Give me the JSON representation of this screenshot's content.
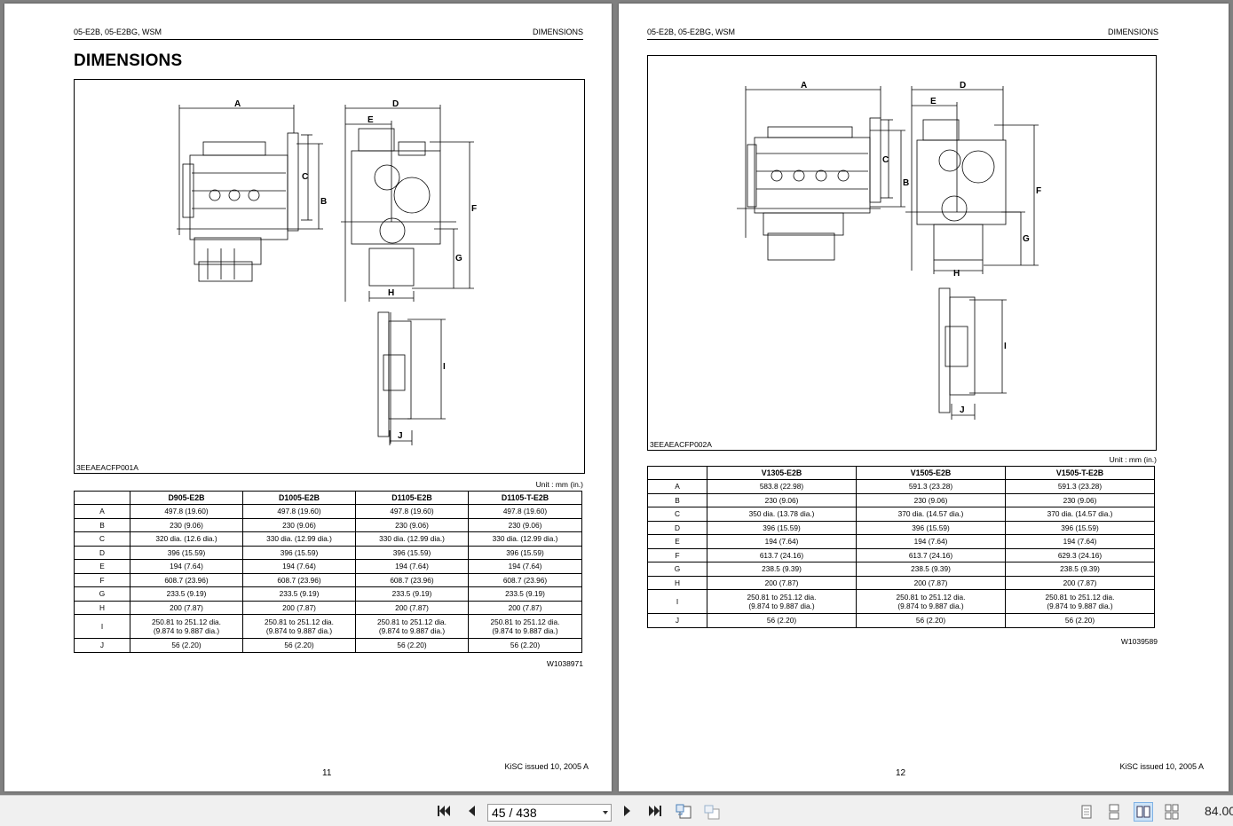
{
  "left_page": {
    "header_left": "05-E2B, 05-E2BG, WSM",
    "header_right": "DIMENSIONS",
    "title": "DIMENSIONS",
    "figure_code": "3EEAEACFP001A",
    "unit_note": "Unit : mm (in.)",
    "table": {
      "columns": [
        "D905-E2B",
        "D1005-E2B",
        "D1105-E2B",
        "D1105-T-E2B"
      ],
      "rows": [
        {
          "label": "A",
          "cells": [
            "497.8 (19.60)",
            "497.8 (19.60)",
            "497.8 (19.60)",
            "497.8 (19.60)"
          ]
        },
        {
          "label": "B",
          "cells": [
            "230 (9.06)",
            "230 (9.06)",
            "230 (9.06)",
            "230 (9.06)"
          ]
        },
        {
          "label": "C",
          "cells": [
            "320 dia. (12.6 dia.)",
            "330 dia. (12.99 dia.)",
            "330 dia. (12.99 dia.)",
            "330 dia. (12.99 dia.)"
          ]
        },
        {
          "label": "D",
          "cells": [
            "396 (15.59)",
            "396 (15.59)",
            "396 (15.59)",
            "396 (15.59)"
          ]
        },
        {
          "label": "E",
          "cells": [
            "194 (7.64)",
            "194 (7.64)",
            "194 (7.64)",
            "194 (7.64)"
          ]
        },
        {
          "label": "F",
          "cells": [
            "608.7 (23.96)",
            "608.7 (23.96)",
            "608.7 (23.96)",
            "608.7 (23.96)"
          ]
        },
        {
          "label": "G",
          "cells": [
            "233.5 (9.19)",
            "233.5 (9.19)",
            "233.5 (9.19)",
            "233.5 (9.19)"
          ]
        },
        {
          "label": "H",
          "cells": [
            "200 (7.87)",
            "200 (7.87)",
            "200 (7.87)",
            "200 (7.87)"
          ]
        },
        {
          "label": "I",
          "cells": [
            [
              "250.81 to 251.12 dia.",
              "(9.874 to 9.887 dia.)"
            ],
            [
              "250.81 to 251.12 dia.",
              "(9.874 to 9.887 dia.)"
            ],
            [
              "250.81 to 251.12 dia.",
              "(9.874 to 9.887 dia.)"
            ],
            [
              "250.81 to 251.12 dia.",
              "(9.874 to 9.887 dia.)"
            ]
          ]
        },
        {
          "label": "J",
          "cells": [
            "56 (2.20)",
            "56 (2.20)",
            "56 (2.20)",
            "56 (2.20)"
          ]
        }
      ]
    },
    "ref_code": "W1038971",
    "page_number": "11",
    "issued": "KiSC issued 10, 2005 A"
  },
  "right_page": {
    "header_left": "05-E2B, 05-E2BG, WSM",
    "header_right": "DIMENSIONS",
    "figure_code": "3EEAEACFP002A",
    "unit_note": "Unit : mm (in.)",
    "table": {
      "columns": [
        "V1305-E2B",
        "V1505-E2B",
        "V1505-T-E2B"
      ],
      "rows": [
        {
          "label": "A",
          "cells": [
            "583.8 (22.98)",
            "591.3 (23.28)",
            "591.3 (23.28)"
          ]
        },
        {
          "label": "B",
          "cells": [
            "230 (9.06)",
            "230 (9.06)",
            "230 (9.06)"
          ]
        },
        {
          "label": "C",
          "cells": [
            "350 dia. (13.78 dia.)",
            "370 dia. (14.57 dia.)",
            "370 dia. (14.57 dia.)"
          ]
        },
        {
          "label": "D",
          "cells": [
            "396 (15.59)",
            "396 (15.59)",
            "396 (15.59)"
          ]
        },
        {
          "label": "E",
          "cells": [
            "194 (7.64)",
            "194 (7.64)",
            "194 (7.64)"
          ]
        },
        {
          "label": "F",
          "cells": [
            "613.7 (24.16)",
            "613.7 (24.16)",
            "629.3 (24.16)"
          ]
        },
        {
          "label": "G",
          "cells": [
            "238.5 (9.39)",
            "238.5 (9.39)",
            "238.5 (9.39)"
          ]
        },
        {
          "label": "H",
          "cells": [
            "200 (7.87)",
            "200 (7.87)",
            "200 (7.87)"
          ]
        },
        {
          "label": "I",
          "cells": [
            [
              "250.81 to 251.12 dia.",
              "(9.874 to 9.887 dia.)"
            ],
            [
              "250.81 to 251.12 dia.",
              "(9.874 to 9.887 dia.)"
            ],
            [
              "250.81 to 251.12 dia.",
              "(9.874 to 9.887 dia.)"
            ]
          ]
        },
        {
          "label": "J",
          "cells": [
            "56 (2.20)",
            "56 (2.20)",
            "56 (2.20)"
          ]
        }
      ]
    },
    "ref_code": "W1039589",
    "page_number": "12",
    "issued": "KiSC issued 10, 2005 A"
  },
  "figure_labels": [
    "A",
    "B",
    "C",
    "D",
    "E",
    "F",
    "G",
    "H",
    "I",
    "J"
  ],
  "toolbar": {
    "page_indicator": "45 / 438",
    "zoom": "84.00",
    "icons": [
      "first-page-icon",
      "previous-page-icon",
      "next-page-icon",
      "last-page-icon",
      "fit-page-icon",
      "fit-width-icon",
      "single-page-icon",
      "continuous-icon",
      "two-page-icon",
      "two-page-continuous-icon"
    ],
    "colors": {
      "background": "#f0f0f0",
      "active": "#cde3f7",
      "page": "#ffffff",
      "workspace": "#808080"
    }
  }
}
